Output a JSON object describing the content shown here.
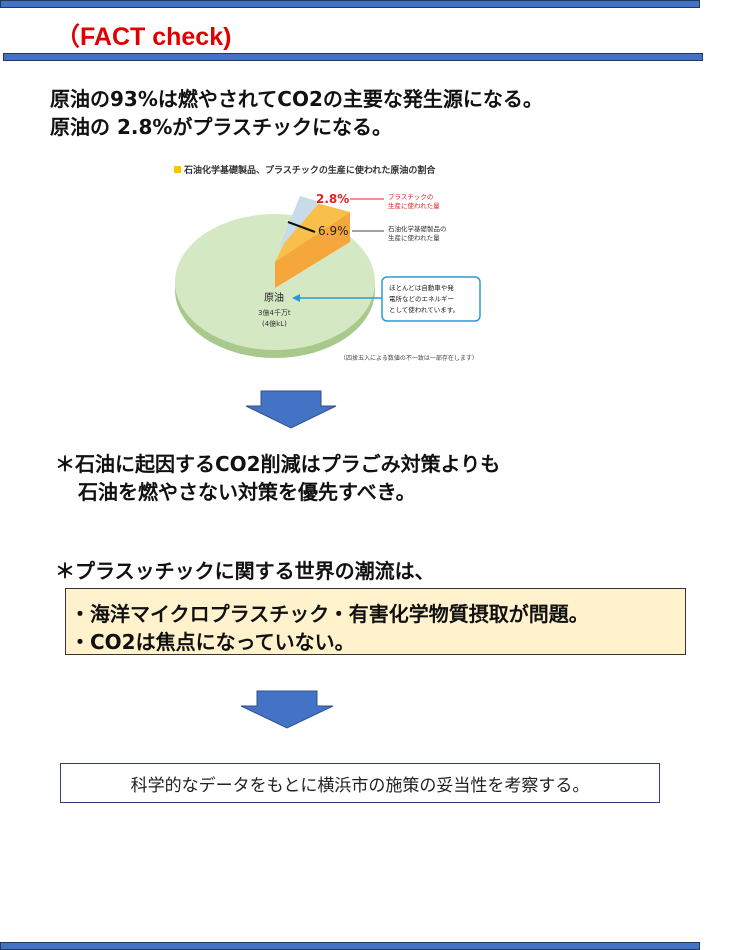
{
  "header": {
    "title": "（FACT check)"
  },
  "intro": {
    "line1": "原油の93%は燃やされてCO2の主要な発生源になる。",
    "line2": "原油の 2.8%がプラスチックになる。"
  },
  "figure": {
    "title": "石油化学基礎製品、プラスチックの生産に使われた原油の割合",
    "plastic_pct": "2.8%",
    "plastic_label_1": "プラスチックの",
    "plastic_label_2": "生産に使われた量",
    "petro_pct": "6.9%",
    "petro_label_1": "石油化学基礎製品の",
    "petro_label_2": "生産に使われた量",
    "crude_label": "原油",
    "crude_amount": "3億4千万t",
    "crude_volume": "(4億kL)",
    "callout_1": "ほとんどは自動車や発",
    "callout_2": "電所などのエネルギー",
    "callout_3": "として使われています。",
    "note": "（四捨五入による数値の不一致は一部存在します）",
    "colors": {
      "crude": "#d5e8c4",
      "petro": "#f5a73c",
      "plastic": "#c8dbe8",
      "accent": "#2a9ad6"
    }
  },
  "point1": {
    "line1": "＊石油に起因するCO2削減はプラごみ対策よりも",
    "line2": "石油を燃やさない対策を優先すべき。"
  },
  "point2": {
    "heading": "＊プラスッチックに関する世界の潮流は、",
    "items": [
      "・海洋マイクロプラスチック・有害化学物質摂取が問題。",
      "・CO2は焦点になっていない。"
    ]
  },
  "conclusion": "科学的なデータをもとに横浜市の施策の妥当性を考察する。"
}
